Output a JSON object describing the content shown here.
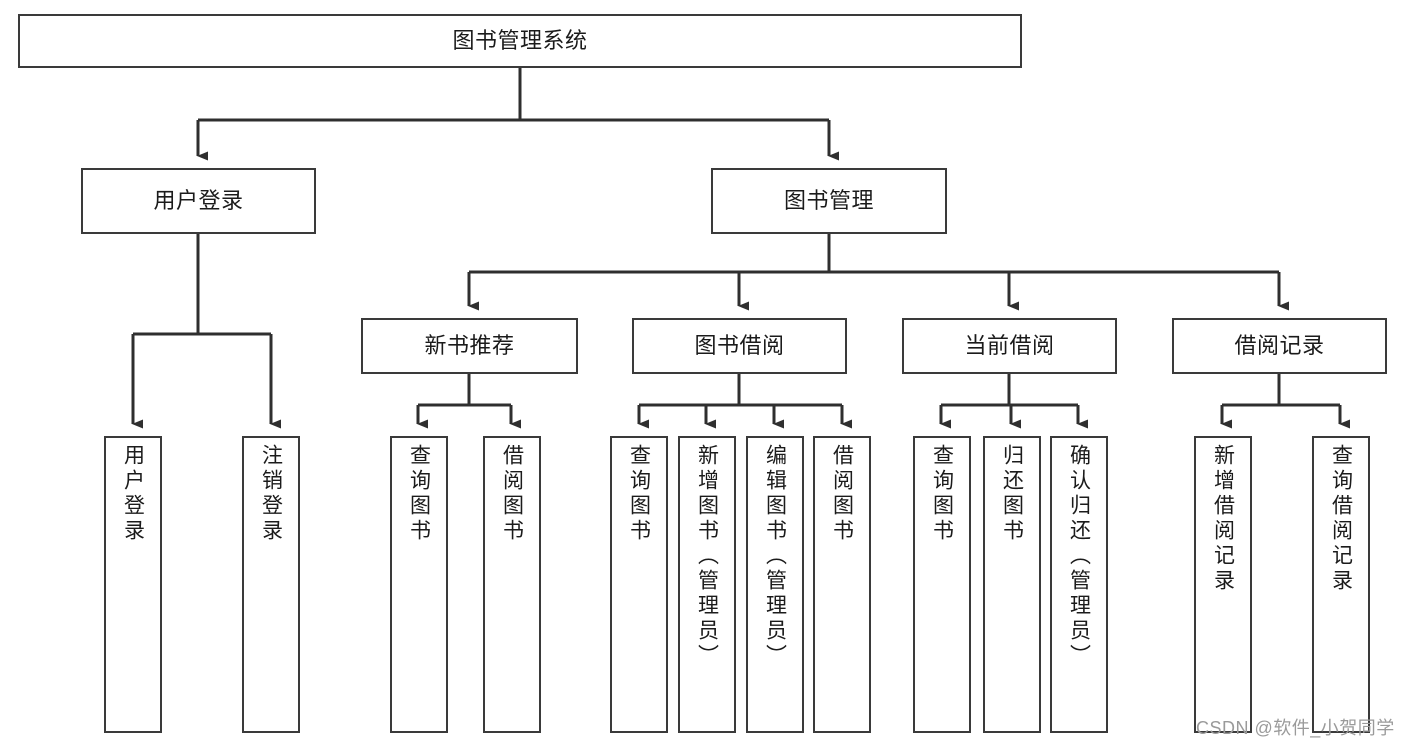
{
  "diagram": {
    "type": "tree-hierarchy",
    "orientation": "top-down",
    "watermark": "CSDN @软件_小贺同学",
    "colors": {
      "box_border": "#3a3a3a",
      "box_fill": "#ffffff",
      "connector": "#2f2f2f",
      "text": "#1b1b1b",
      "watermark": "#9a9a9a",
      "background": "#ffffff"
    },
    "root": {
      "id": "root",
      "label": "图书管理系统",
      "text_orientation": "horizontal"
    },
    "level1": [
      {
        "id": "user-login",
        "label": "用户登录",
        "text_orientation": "horizontal"
      },
      {
        "id": "book-manage",
        "label": "图书管理",
        "text_orientation": "horizontal"
      }
    ],
    "level2": [
      {
        "id": "new-book-recommend",
        "label": "新书推荐",
        "parent": "book-manage",
        "text_orientation": "horizontal"
      },
      {
        "id": "book-borrow",
        "label": "图书借阅",
        "parent": "book-manage",
        "text_orientation": "horizontal"
      },
      {
        "id": "current-borrow",
        "label": "当前借阅",
        "parent": "book-manage",
        "text_orientation": "horizontal"
      },
      {
        "id": "borrow-record",
        "label": "借阅记录",
        "parent": "book-manage",
        "text_orientation": "horizontal"
      }
    ],
    "leaves": [
      {
        "id": "leaf-user-login",
        "label": "用户登录",
        "parent": "user-login",
        "text_orientation": "vertical"
      },
      {
        "id": "leaf-logout",
        "label": "注销登录",
        "parent": "user-login",
        "text_orientation": "vertical"
      },
      {
        "id": "leaf-query-book-1",
        "label": "查询图书",
        "parent": "new-book-recommend",
        "text_orientation": "vertical"
      },
      {
        "id": "leaf-borrow-book-1",
        "label": "借阅图书",
        "parent": "new-book-recommend",
        "text_orientation": "vertical"
      },
      {
        "id": "leaf-query-book-2",
        "label": "查询图书",
        "parent": "book-borrow",
        "text_orientation": "vertical"
      },
      {
        "id": "leaf-add-book",
        "label": "新增图书（管理员）",
        "parent": "book-borrow",
        "text_orientation": "vertical"
      },
      {
        "id": "leaf-edit-book",
        "label": "编辑图书（管理员）",
        "parent": "book-borrow",
        "text_orientation": "vertical"
      },
      {
        "id": "leaf-borrow-book-2",
        "label": "借阅图书",
        "parent": "book-borrow",
        "text_orientation": "vertical"
      },
      {
        "id": "leaf-query-book-3",
        "label": "查询图书",
        "parent": "current-borrow",
        "text_orientation": "vertical"
      },
      {
        "id": "leaf-return-book",
        "label": "归还图书",
        "parent": "current-borrow",
        "text_orientation": "vertical"
      },
      {
        "id": "leaf-confirm-return",
        "label": "确认归还（管理员）",
        "parent": "current-borrow",
        "text_orientation": "vertical"
      },
      {
        "id": "leaf-add-record",
        "label": "新增借阅记录",
        "parent": "borrow-record",
        "text_orientation": "vertical"
      },
      {
        "id": "leaf-query-record",
        "label": "查询借阅记录",
        "parent": "borrow-record",
        "text_orientation": "vertical"
      }
    ]
  }
}
